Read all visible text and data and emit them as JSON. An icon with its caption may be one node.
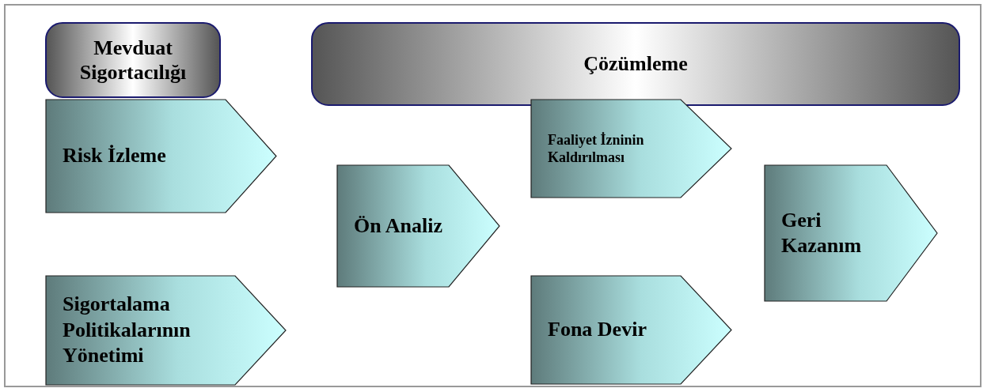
{
  "diagram": {
    "nodes": [
      {
        "text": [
          "Mevduat Sigortacılığı"
        ]
      },
      {
        "text": [
          "Çözümleme"
        ]
      },
      {
        "text": [
          "Risk İzleme"
        ]
      },
      {
        "text": [
          "Faaliyet İzninin Kaldırılması"
        ]
      },
      {
        "text": [
          "Ön Analiz"
        ]
      },
      {
        "text": [
          "Geri Kazanım"
        ]
      },
      {
        "text": [
          "Sigortalama Politikalarının Yönetimi"
        ]
      },
      {
        "text": [
          "Fona Devir"
        ]
      }
    ]
  }
}
